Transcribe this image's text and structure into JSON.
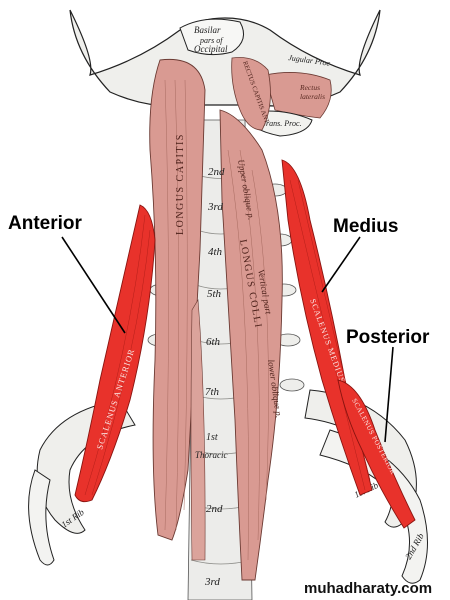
{
  "labels": {
    "anterior": "Anterior",
    "medius": "Medius",
    "posterior": "Posterior"
  },
  "in_image_text": {
    "basilar": "Basilar",
    "pars_of": "pars of",
    "occipital": "Occipital",
    "jugular_proc": "Jugular Proc",
    "rectus": "Rectus",
    "lateralis": "lateralis",
    "trans_proc": "Trans. Proc.",
    "longus_capitis": "LONGUS CAPITIS",
    "longus_colli": "LONGUS COLLI",
    "rectus_capitis_ant": "RECTUS CAPITIS ANT.",
    "upper_oblique": "Upper oblique p.",
    "vertical_part": "Vertical part",
    "lower_oblique": "lower oblique p.",
    "scalenus_anterior": "SCALENUS ANTERIOR",
    "scalenus_medius": "SCALENUS MEDIUS",
    "scalenus_posterior": "SCALENUS POSTERIOR",
    "v2": "2nd",
    "v3": "3rd",
    "v4": "4th",
    "v5": "5th",
    "v6": "6th",
    "v7": "7th",
    "first": "1st",
    "thoracic": "Thoracic",
    "t2": "2nd",
    "t3": "3rd",
    "first_rib": "1st Rib",
    "second_rib": "2nd Rib"
  },
  "watermark": "muhadharaty.com",
  "colors": {
    "muscle_pink": "#d99a92",
    "muscle_dark": "#b7786f",
    "scalene_red": "#e8322b",
    "bone": "#f3f3f1",
    "bone_shadow": "#c9c9c6",
    "line": "#000000"
  }
}
